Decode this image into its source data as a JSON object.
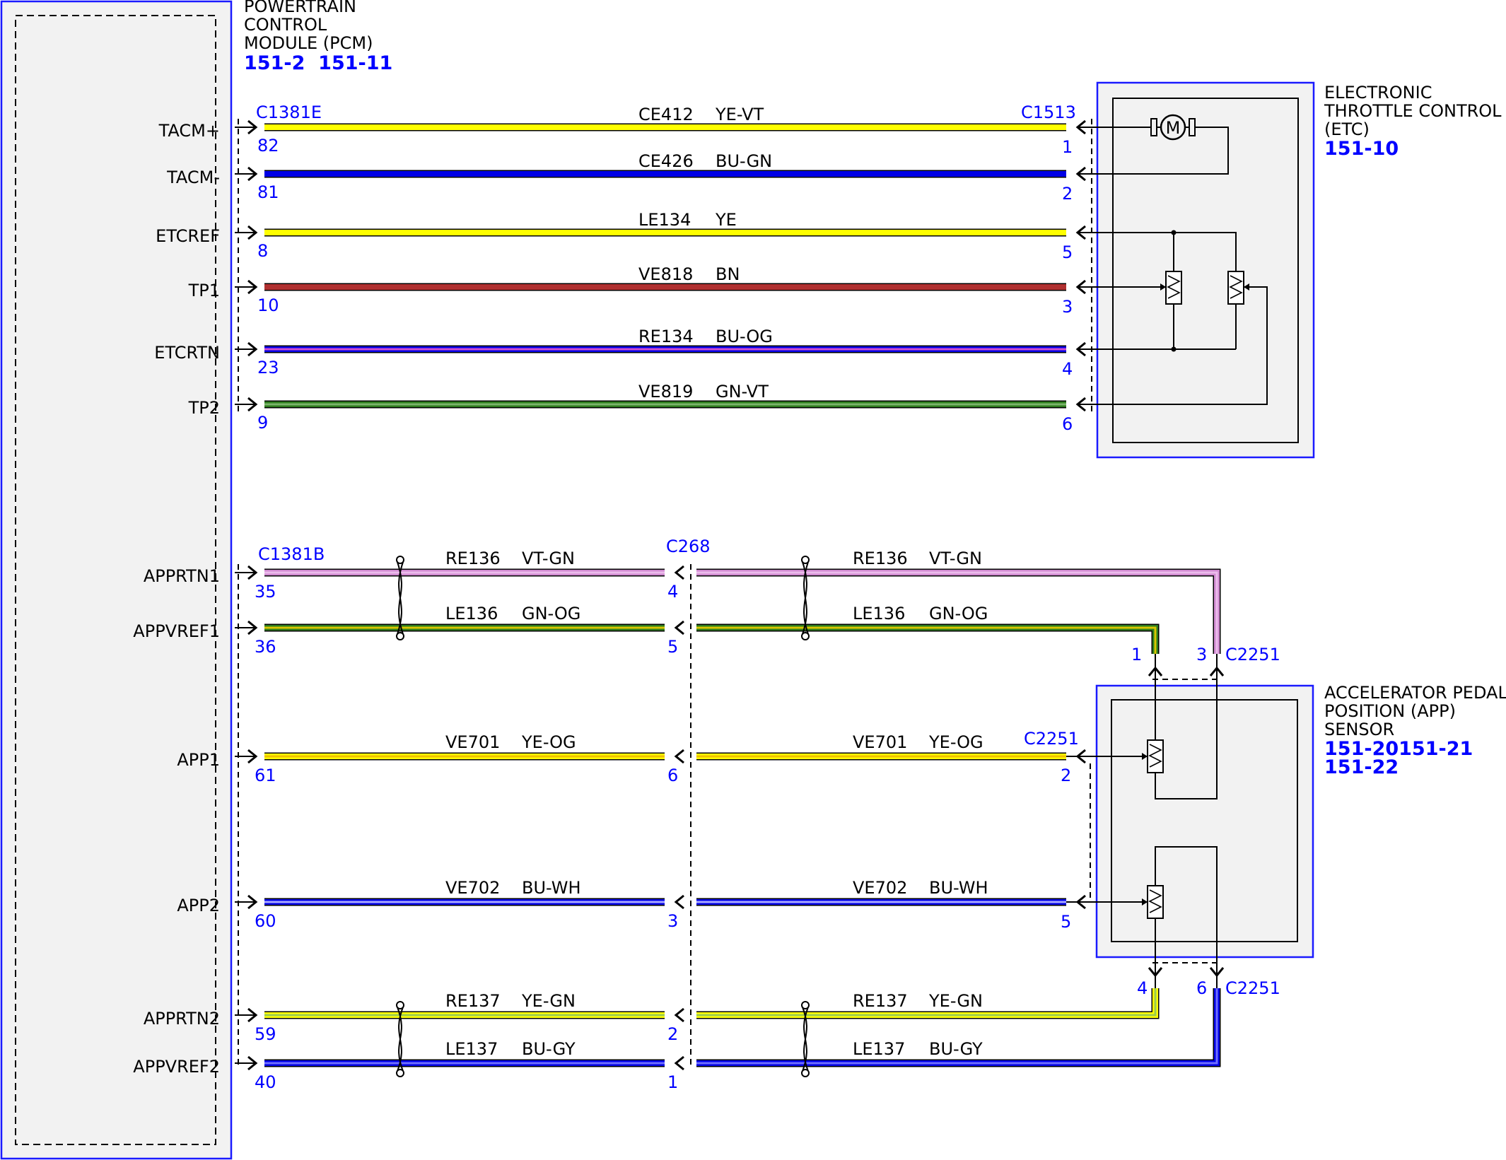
{
  "pcm": {
    "title_lines": [
      "POWERTRAIN",
      "CONTROL",
      "MODULE (PCM)"
    ],
    "refs": "151-2  151-11"
  },
  "etc": {
    "title_lines": [
      "ELECTRONIC",
      "THROTTLE CONTROL",
      "(ETC)"
    ],
    "refs": "151-10"
  },
  "app_sensor": {
    "title_lines": [
      "ACCELERATOR PEDAL",
      "POSITION (APP)",
      "SENSOR"
    ],
    "refs_lines": [
      "151-20151-21",
      "151-22"
    ]
  },
  "connectors": {
    "pcm_etc": "C1381E",
    "etc": "C1513",
    "pcm_app": "C1381B",
    "inline": "C268",
    "app_top": "C2251",
    "app_mid": "C2251",
    "app_bottom": "C2251"
  },
  "signals": [
    {
      "label": "TACM+",
      "pcm_pin": "82",
      "circuit": "CE412",
      "color_code": "YE-VT",
      "far_pin": "1"
    },
    {
      "label": "TACM-",
      "pcm_pin": "81",
      "circuit": "CE426",
      "color_code": "BU-GN",
      "far_pin": "2"
    },
    {
      "label": "ETCREF",
      "pcm_pin": "8",
      "circuit": "LE134",
      "color_code": "YE",
      "far_pin": "5"
    },
    {
      "label": "TP1",
      "pcm_pin": "10",
      "circuit": "VE818",
      "color_code": "BN",
      "far_pin": "3"
    },
    {
      "label": "ETCRTN",
      "pcm_pin": "23",
      "circuit": "RE134",
      "color_code": "BU-OG",
      "far_pin": "4"
    },
    {
      "label": "TP2",
      "pcm_pin": "9",
      "circuit": "VE819",
      "color_code": "GN-VT",
      "far_pin": "6"
    },
    {
      "label": "APPRTN1",
      "pcm_pin": "35",
      "circuit": "RE136",
      "color_code": "VT-GN",
      "inline_pin": "4",
      "far_pin": "3"
    },
    {
      "label": "APPVREF1",
      "pcm_pin": "36",
      "circuit": "LE136",
      "color_code": "GN-OG",
      "inline_pin": "5",
      "far_pin": "1"
    },
    {
      "label": "APP1",
      "pcm_pin": "61",
      "circuit": "VE701",
      "color_code": "YE-OG",
      "inline_pin": "6",
      "far_pin": "2"
    },
    {
      "label": "APP2",
      "pcm_pin": "60",
      "circuit": "VE702",
      "color_code": "BU-WH",
      "inline_pin": "3",
      "far_pin": "5"
    },
    {
      "label": "APPRTN2",
      "pcm_pin": "59",
      "circuit": "RE137",
      "color_code": "YE-GN",
      "inline_pin": "2",
      "far_pin": "4"
    },
    {
      "label": "APPVREF2",
      "pcm_pin": "40",
      "circuit": "LE137",
      "color_code": "BU-GY",
      "inline_pin": "1",
      "far_pin": "6"
    }
  ],
  "motor_symbol": "M",
  "colors": {
    "outline_blue": "#1a1aff",
    "pin_blue": "#0000ff",
    "yellow": "#ffff00",
    "blue": "#0000e6",
    "brown": "#b03030",
    "green": "#2e7d1e",
    "violet": "#d08ad0",
    "box_fill": "#f2f2f2"
  }
}
